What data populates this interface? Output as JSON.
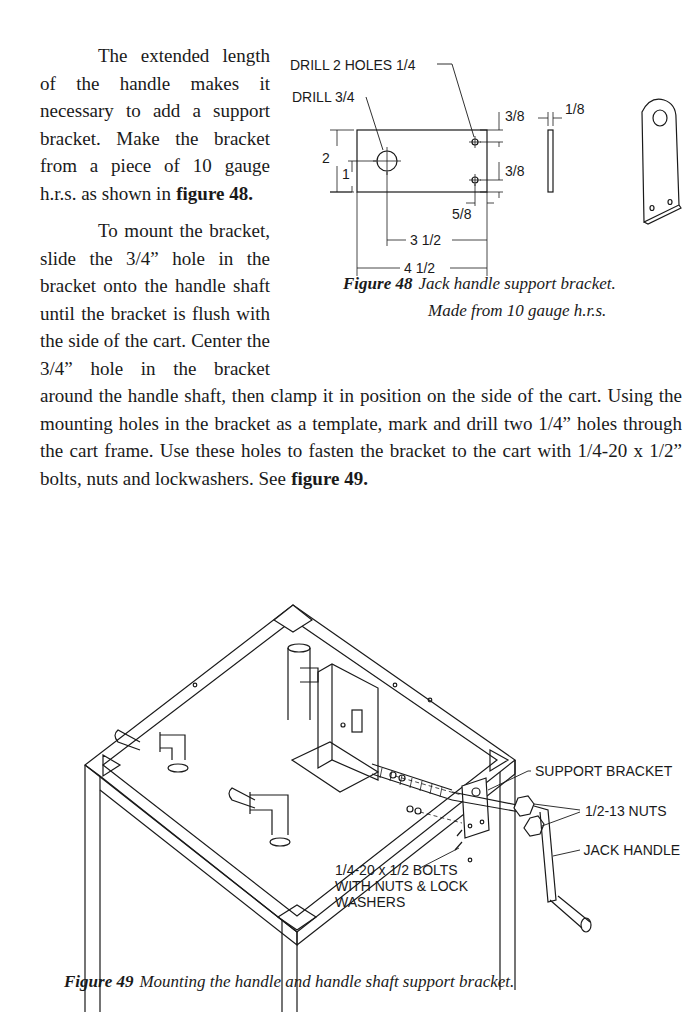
{
  "diagram": {
    "labels": [
      "The extended length of the handle makes it necessary to add a support bracket. Make the bracket from a piece of 10 gauge h.r.s. as shown in",
      "figure 48.",
      "To mount the bracket, slide the 3/4” hole in the bracket onto the handle shaft until the bracket is flush with the side of the cart. Center the 3/4” hole in the bracket around the handle shaft, then clamp it in position on the side of the cart. Using the mounting holes in the bracket as a template, mark and drill two 1/4” holes through the cart frame. Use these holes to fasten the bracket to the cart with 1/4-20 x 1/2” bolts, nuts and lockwashers. See",
      "figure 49.",
      "DRILL 2 HOLES 1/4",
      "DRILL 3/4",
      "3/8",
      "3/8",
      "1/8",
      "2",
      "1",
      "5/8",
      "3 1/2",
      "4 1/2",
      "Figure 48",
      "Jack handle support bracket.",
      "Made from 10 gauge h.r.s.",
      "SUPPORT BRACKET",
      "1/2-13 NUTS",
      "JACK HANDLE",
      "1/4-20 x 1/2 BOLTS WITH NUTS & LOCK WASHERS",
      "Figure 49",
      "Mounting the handle and handle shaft support bracket."
    ]
  }
}
